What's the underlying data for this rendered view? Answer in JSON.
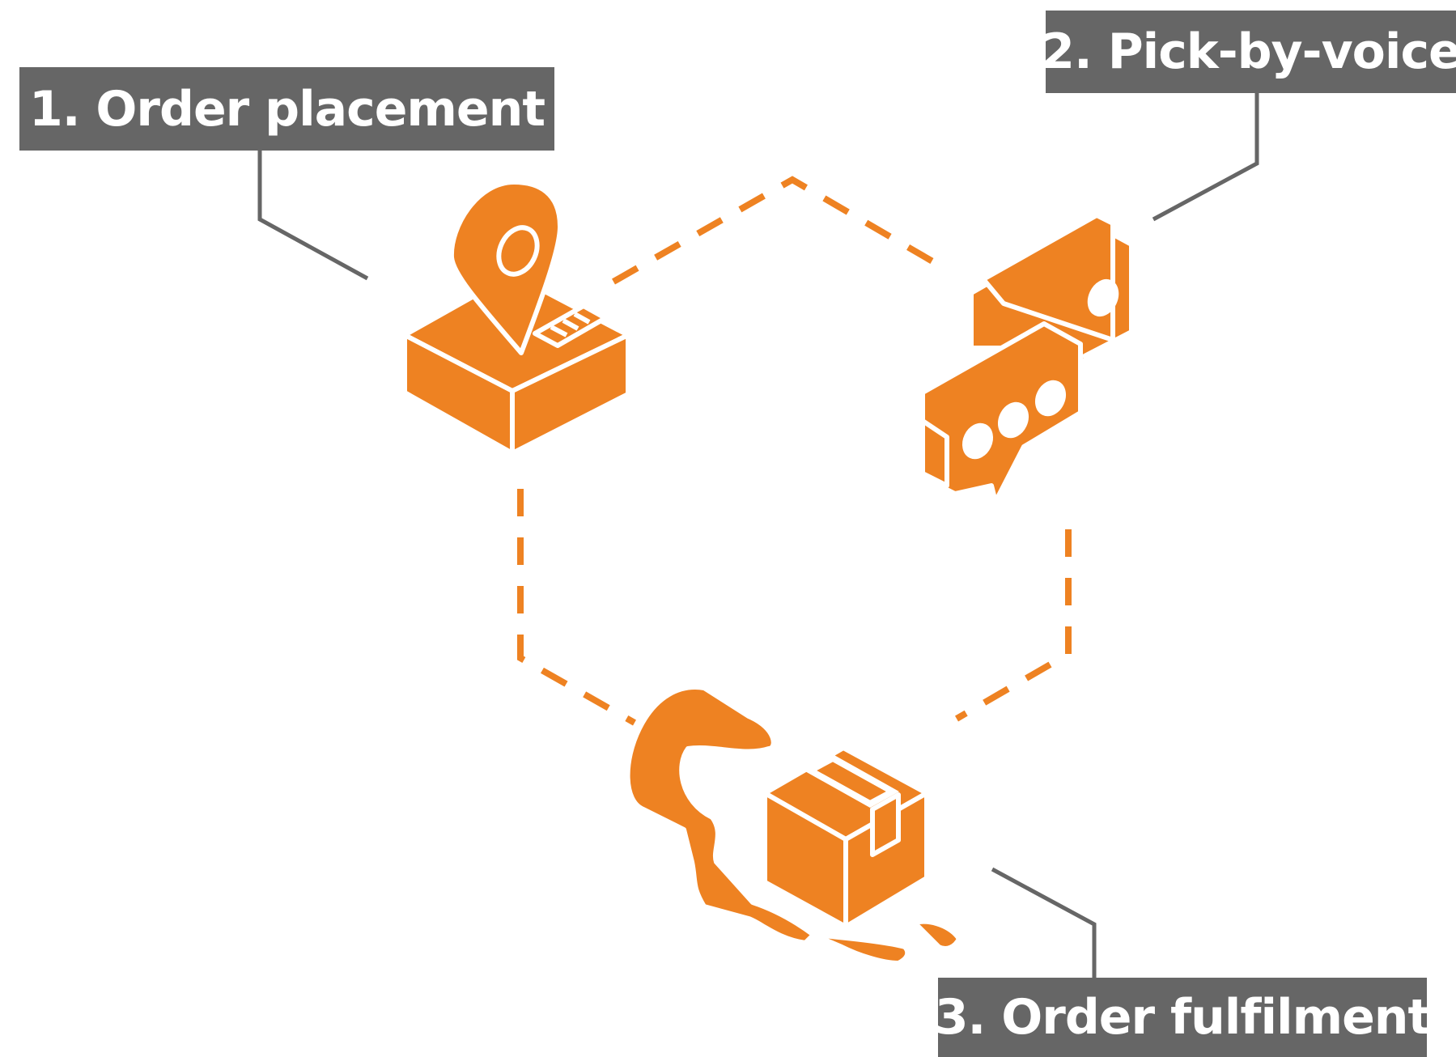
{
  "steps": [
    {
      "label": "1. Order placement",
      "icon": "parcel-location-pin-icon"
    },
    {
      "label": "2. Pick-by-voice",
      "icon": "speech-bubbles-icon"
    },
    {
      "label": "3. Order fulfilment",
      "icon": "hand-holding-box-icon"
    }
  ],
  "colors": {
    "accent": "#EE8222",
    "label_background": "#666666",
    "label_text": "#FFFFFF",
    "connector": "#666666"
  }
}
